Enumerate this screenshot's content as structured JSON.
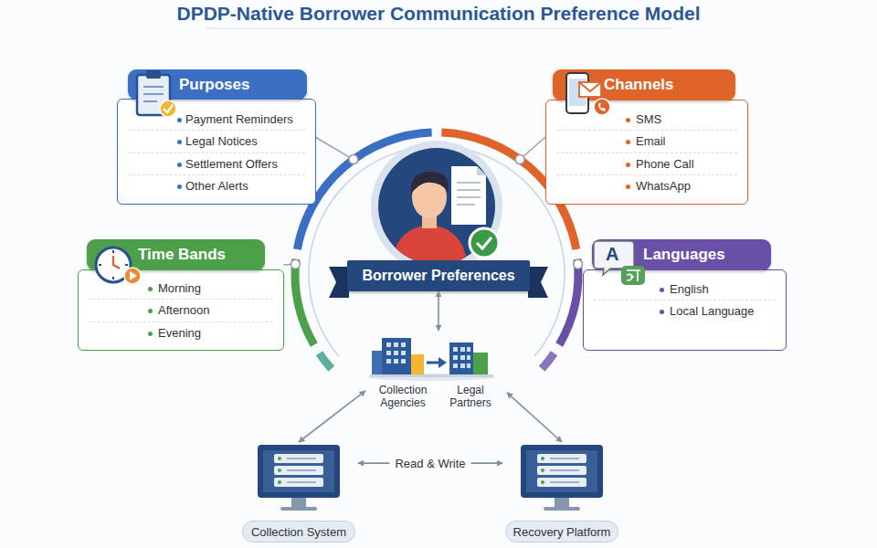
{
  "diagram": {
    "title": "DPDP-Native Borrower Communication Preference Model",
    "nodes": [
      {
        "text": [
          "Purposes",
          "Payment Reminders",
          "Legal Notices",
          "Settlement Offers",
          "Other Alerts"
        ]
      },
      {
        "text": [
          "Channels",
          "SMS",
          "Email",
          "Phone Call",
          "WhatsApp"
        ]
      },
      {
        "text": [
          "Time Bands",
          "Morning",
          "Afternoon",
          "Evening"
        ]
      },
      {
        "text": [
          "Languages",
          "English",
          "Local Language"
        ]
      },
      {
        "text": [
          "Borrower Preferences"
        ]
      },
      {
        "text": [
          "Collection Agencies",
          "Legal Partners"
        ]
      },
      {
        "text": [
          "Collection System"
        ]
      },
      {
        "text": [
          "Recovery Platform"
        ]
      }
    ],
    "edges": [
      {
        "from": 4,
        "to": 5,
        "arrow": "both"
      },
      {
        "from": 6,
        "to": 5,
        "arrow": "both"
      },
      {
        "from": 7,
        "to": 5,
        "arrow": "both"
      },
      {
        "from": 6,
        "to": 7,
        "label": "Read & Write",
        "arrow": "both"
      }
    ],
    "labels": [
      "A"
    ]
  }
}
